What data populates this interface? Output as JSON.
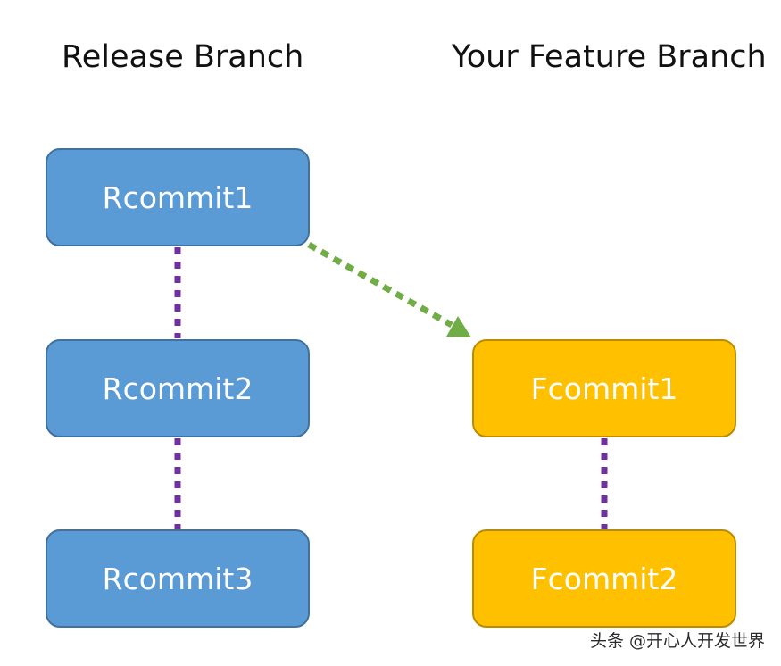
{
  "headings": {
    "release": "Release Branch",
    "feature": "Your Feature Branch"
  },
  "release_branch": {
    "commits": [
      "Rcommit1",
      "Rcommit2",
      "Rcommit3"
    ],
    "color": "#5b9bd5"
  },
  "feature_branch": {
    "commits": [
      "Fcommit1",
      "Fcommit2"
    ],
    "color": "#ffc000"
  },
  "connector_colors": {
    "commit_link": "#7030a0",
    "rebase_arrow": "#70ad47"
  },
  "watermark": "头条 @开心人开发世界"
}
